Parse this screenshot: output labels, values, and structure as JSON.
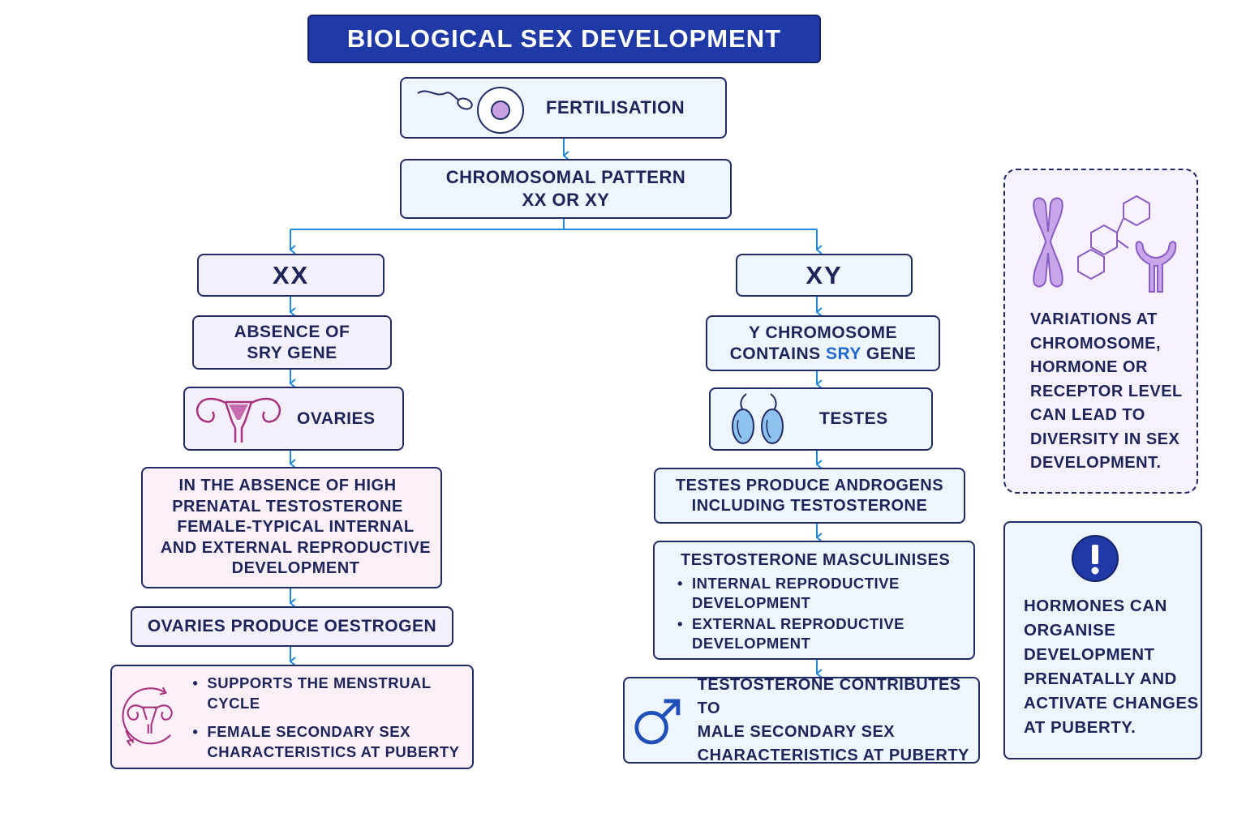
{
  "title": "BIOLOGICAL SEX DEVELOPMENT",
  "fertilisation": "FERTILISATION",
  "chromosomal": {
    "line1": "CHROMOSOMAL PATTERN",
    "line2": "XX OR XY"
  },
  "left": {
    "header": "XX",
    "sry": {
      "line1": "ABSENCE OF",
      "line2": "SRY GENE"
    },
    "gonad": "OVARIES",
    "prenatal": {
      "line1": "IN THE ABSENCE OF HIGH",
      "line2": "PRENATAL TESTOSTERONE",
      "line3": "FEMALE-TYPICAL INTERNAL",
      "line4": "AND EXTERNAL REPRODUCTIVE",
      "line5": "DEVELOPMENT"
    },
    "hormone": "OVARIES PRODUCE OESTROGEN",
    "puberty": {
      "bullet1": "SUPPORTS THE MENSTRUAL CYCLE",
      "bullet2_line1": "FEMALE SECONDARY SEX",
      "bullet2_line2": "CHARACTERISTICS AT PUBERTY"
    }
  },
  "right": {
    "header": "XY",
    "sry": {
      "line1": "Y CHROMOSOME",
      "line2_pre": "CONTAINS ",
      "line2_hl": "SRY",
      "line2_post": " GENE"
    },
    "gonad": "TESTES",
    "androgens": {
      "line1": "TESTES PRODUCE ANDROGENS",
      "line2": "INCLUDING TESTOSTERONE"
    },
    "masculinises": {
      "heading": "TESTOSTERONE MASCULINISES",
      "bullet1_line1": "INTERNAL REPRODUCTIVE",
      "bullet1_line2": "DEVELOPMENT",
      "bullet2_line1": "EXTERNAL REPRODUCTIVE",
      "bullet2_line2": "DEVELOPMENT"
    },
    "puberty": {
      "line1": "TESTOSTERONE CONTRIBUTES TO",
      "line2": "MALE SECONDARY SEX",
      "line3": "CHARACTERISTICS AT PUBERTY"
    }
  },
  "side_variations": [
    "VARIATIONS AT",
    "CHROMOSOME,",
    "HORMONE OR",
    "RECEPTOR LEVEL",
    "CAN LEAD TO",
    "DIVERSITY IN SEX",
    "DEVELOPMENT."
  ],
  "side_hormones": [
    "HORMONES CAN",
    "ORGANISE",
    "DEVELOPMENT",
    "PRENATALLY AND",
    "ACTIVATE CHANGES",
    "AT PUBERTY."
  ],
  "colors": {
    "title_bg": "#1f3aa7",
    "border": "#1f2a66",
    "arrow": "#1f8be0",
    "highlight": "#1f68d6",
    "female_icon": "#a8327f",
    "female_fill": "#c96bb3",
    "male_icon": "#1f4fb8",
    "testes_fill": "#8ec2ef",
    "egg_fill": "#c9a1e0",
    "chromosome_fill": "#c8a6ea",
    "alert_bg": "#1f3aa7"
  },
  "icons": [
    "sperm-egg-icon",
    "uterus-icon",
    "testes-icon",
    "uterus-cycle-icon",
    "male-symbol-icon",
    "chromosome-icon",
    "molecule-icon",
    "receptor-icon",
    "alert-icon"
  ]
}
